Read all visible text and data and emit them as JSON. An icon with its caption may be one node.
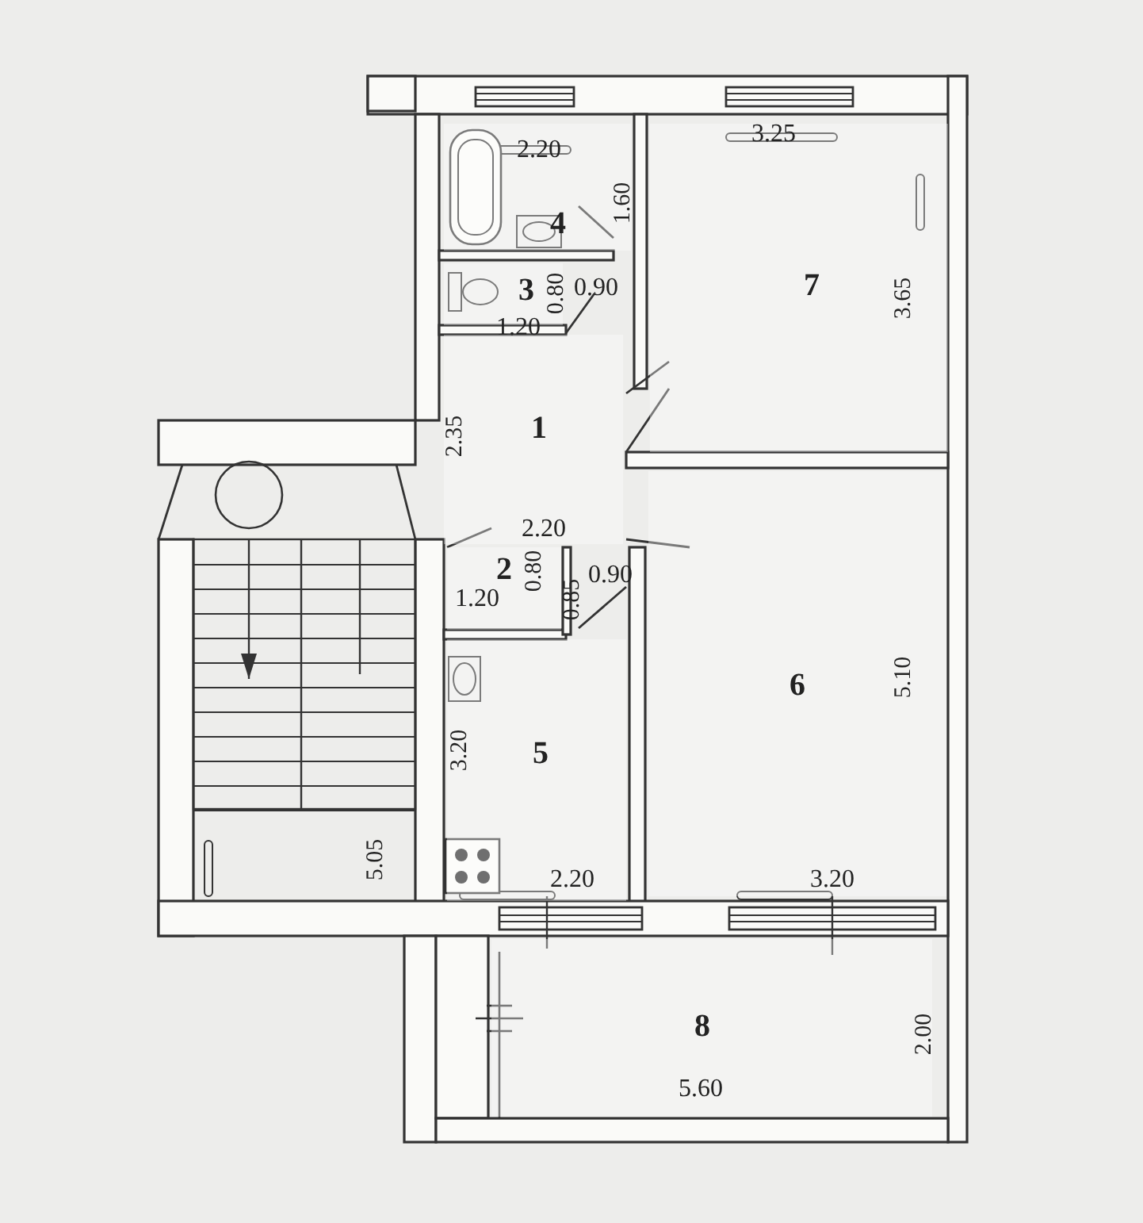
{
  "diagram": {
    "nodes": [
      {
        "text": [
          "4"
        ]
      },
      {
        "text": [
          "3"
        ]
      },
      {
        "text": [
          "7"
        ]
      },
      {
        "text": [
          "1"
        ]
      },
      {
        "text": [
          "2"
        ]
      },
      {
        "text": [
          "6"
        ]
      },
      {
        "text": [
          "5"
        ]
      },
      {
        "text": [
          "8"
        ]
      }
    ],
    "labels": [
      "3.25",
      "2.20",
      "1.60",
      "0.90",
      "0.80",
      "1.20",
      "3.65",
      "2.35",
      "2.20",
      "0.80",
      "0.90",
      "0.85",
      "1.20",
      "5.10",
      "3.20",
      "5.05",
      "2.20",
      "3.20",
      "2.00",
      "5.60"
    ]
  }
}
